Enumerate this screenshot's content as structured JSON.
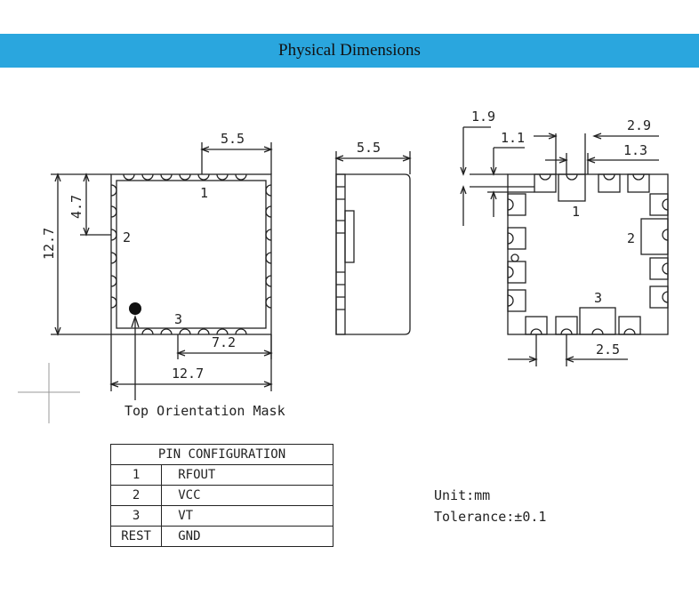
{
  "header": {
    "title": "Physical Dimensions"
  },
  "top_view": {
    "dims": {
      "width_top": "5.5",
      "height_left": "12.7",
      "pin1_offset": "4.7",
      "pin_spacing": "7.2",
      "width_bottom": "12.7"
    },
    "pin_labels": [
      "1",
      "2",
      "3"
    ],
    "caption": "Top Orientation Mask"
  },
  "side_view": {
    "dims": {
      "thickness": "5.5"
    }
  },
  "bottom_view": {
    "dims": {
      "d1": "1.9",
      "d2": "1.1",
      "d3": "2.9",
      "d4": "1.3",
      "d5": "2.5"
    },
    "pin_labels": [
      "1",
      "2",
      "3"
    ]
  },
  "pin_table": {
    "header": "PIN CONFIGURATION",
    "rows": [
      {
        "pin": "1",
        "function": "RFOUT"
      },
      {
        "pin": "2",
        "function": "VCC"
      },
      {
        "pin": "3",
        "function": "VT"
      },
      {
        "pin": "REST",
        "function": "GND"
      }
    ]
  },
  "notes": {
    "unit": "Unit:mm",
    "tolerance": "Tolerance:±0.1"
  }
}
